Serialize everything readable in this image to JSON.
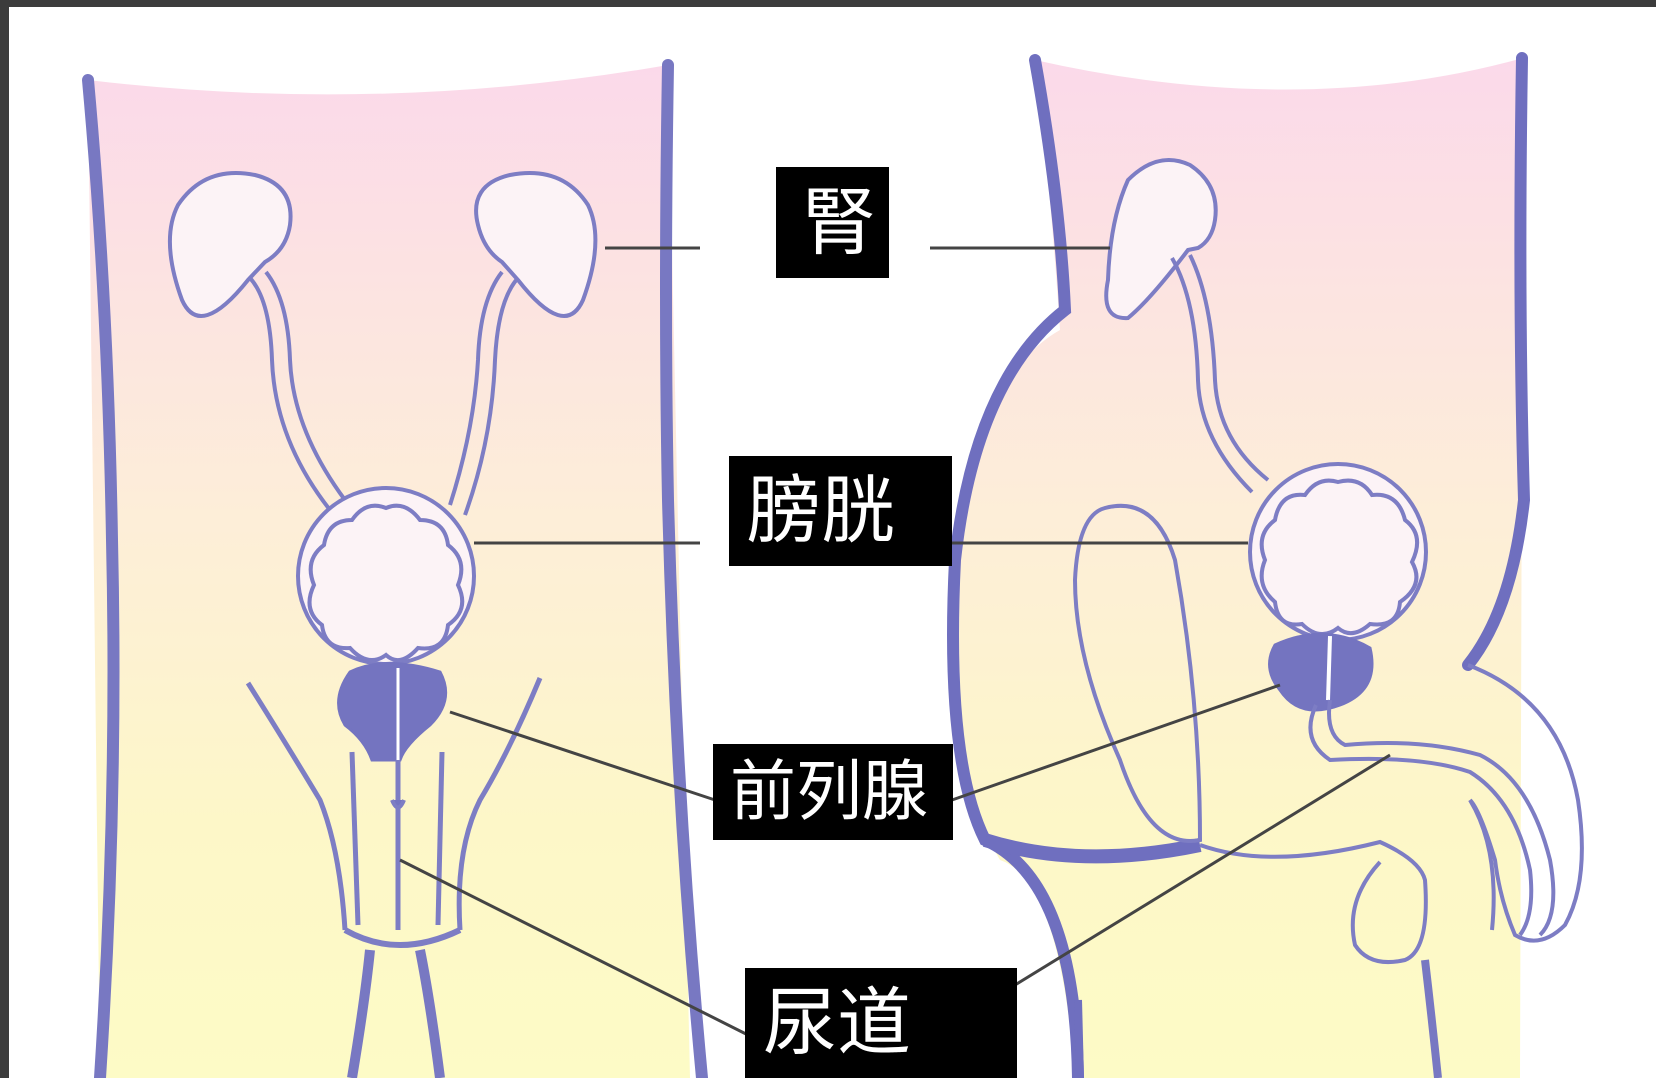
{
  "diagram": {
    "labels": {
      "kidney": "腎",
      "bladder": "膀胱",
      "prostate": "前列腺",
      "urethra": "尿道"
    },
    "colors": {
      "outline": "#7d7dc4",
      "outline_thick": "#6f6fbf",
      "fill_organ": "#fcf3f6",
      "prostate_fill": "#7474c0",
      "leader_line": "#444444",
      "body_top": "#fbd9ea",
      "body_bottom": "#fdfbc6",
      "label_bg": "#000000",
      "label_text": "#ffffff"
    }
  }
}
